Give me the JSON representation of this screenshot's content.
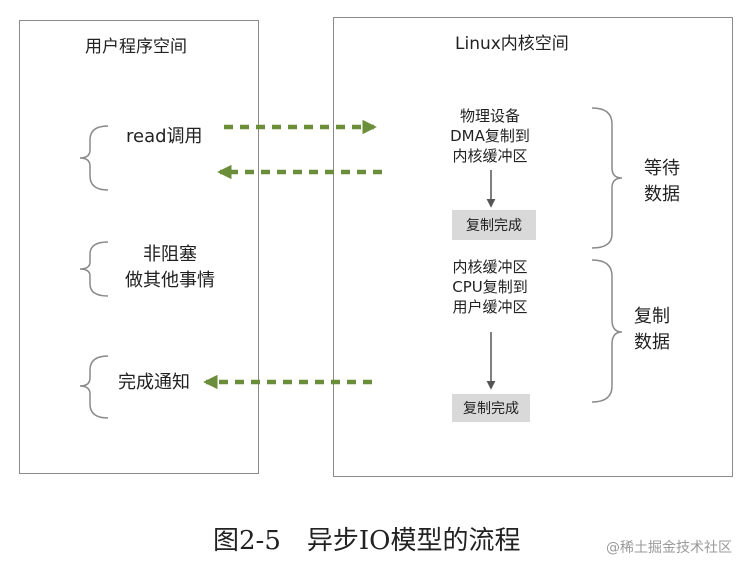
{
  "user_space": {
    "title": "用户程序空间",
    "read_call": "read调用",
    "non_blocking_line1": "非阻塞",
    "non_blocking_line2": "做其他事情",
    "completion_notice": "完成通知"
  },
  "kernel_space": {
    "title": "Linux内核空间",
    "phase1_line1": "物理设备",
    "phase1_line2": "DMA复制到",
    "phase1_line3": "内核缓冲区",
    "copy_done_1": "复制完成",
    "phase2_line1": "内核缓冲区",
    "phase2_line2": "CPU复制到",
    "phase2_line3": "用户缓冲区",
    "copy_done_2": "复制完成"
  },
  "phases": {
    "wait_line1": "等待",
    "wait_line2": "数据",
    "copy_line1": "复制",
    "copy_line2": "数据"
  },
  "caption": "图2-5　异步IO模型的流程",
  "watermark": "@稀土掘金技术社区",
  "colors": {
    "arrow_green": "#6b8e3a",
    "border_gray": "#8a8a8a",
    "box_gray": "#d9d9d9"
  }
}
